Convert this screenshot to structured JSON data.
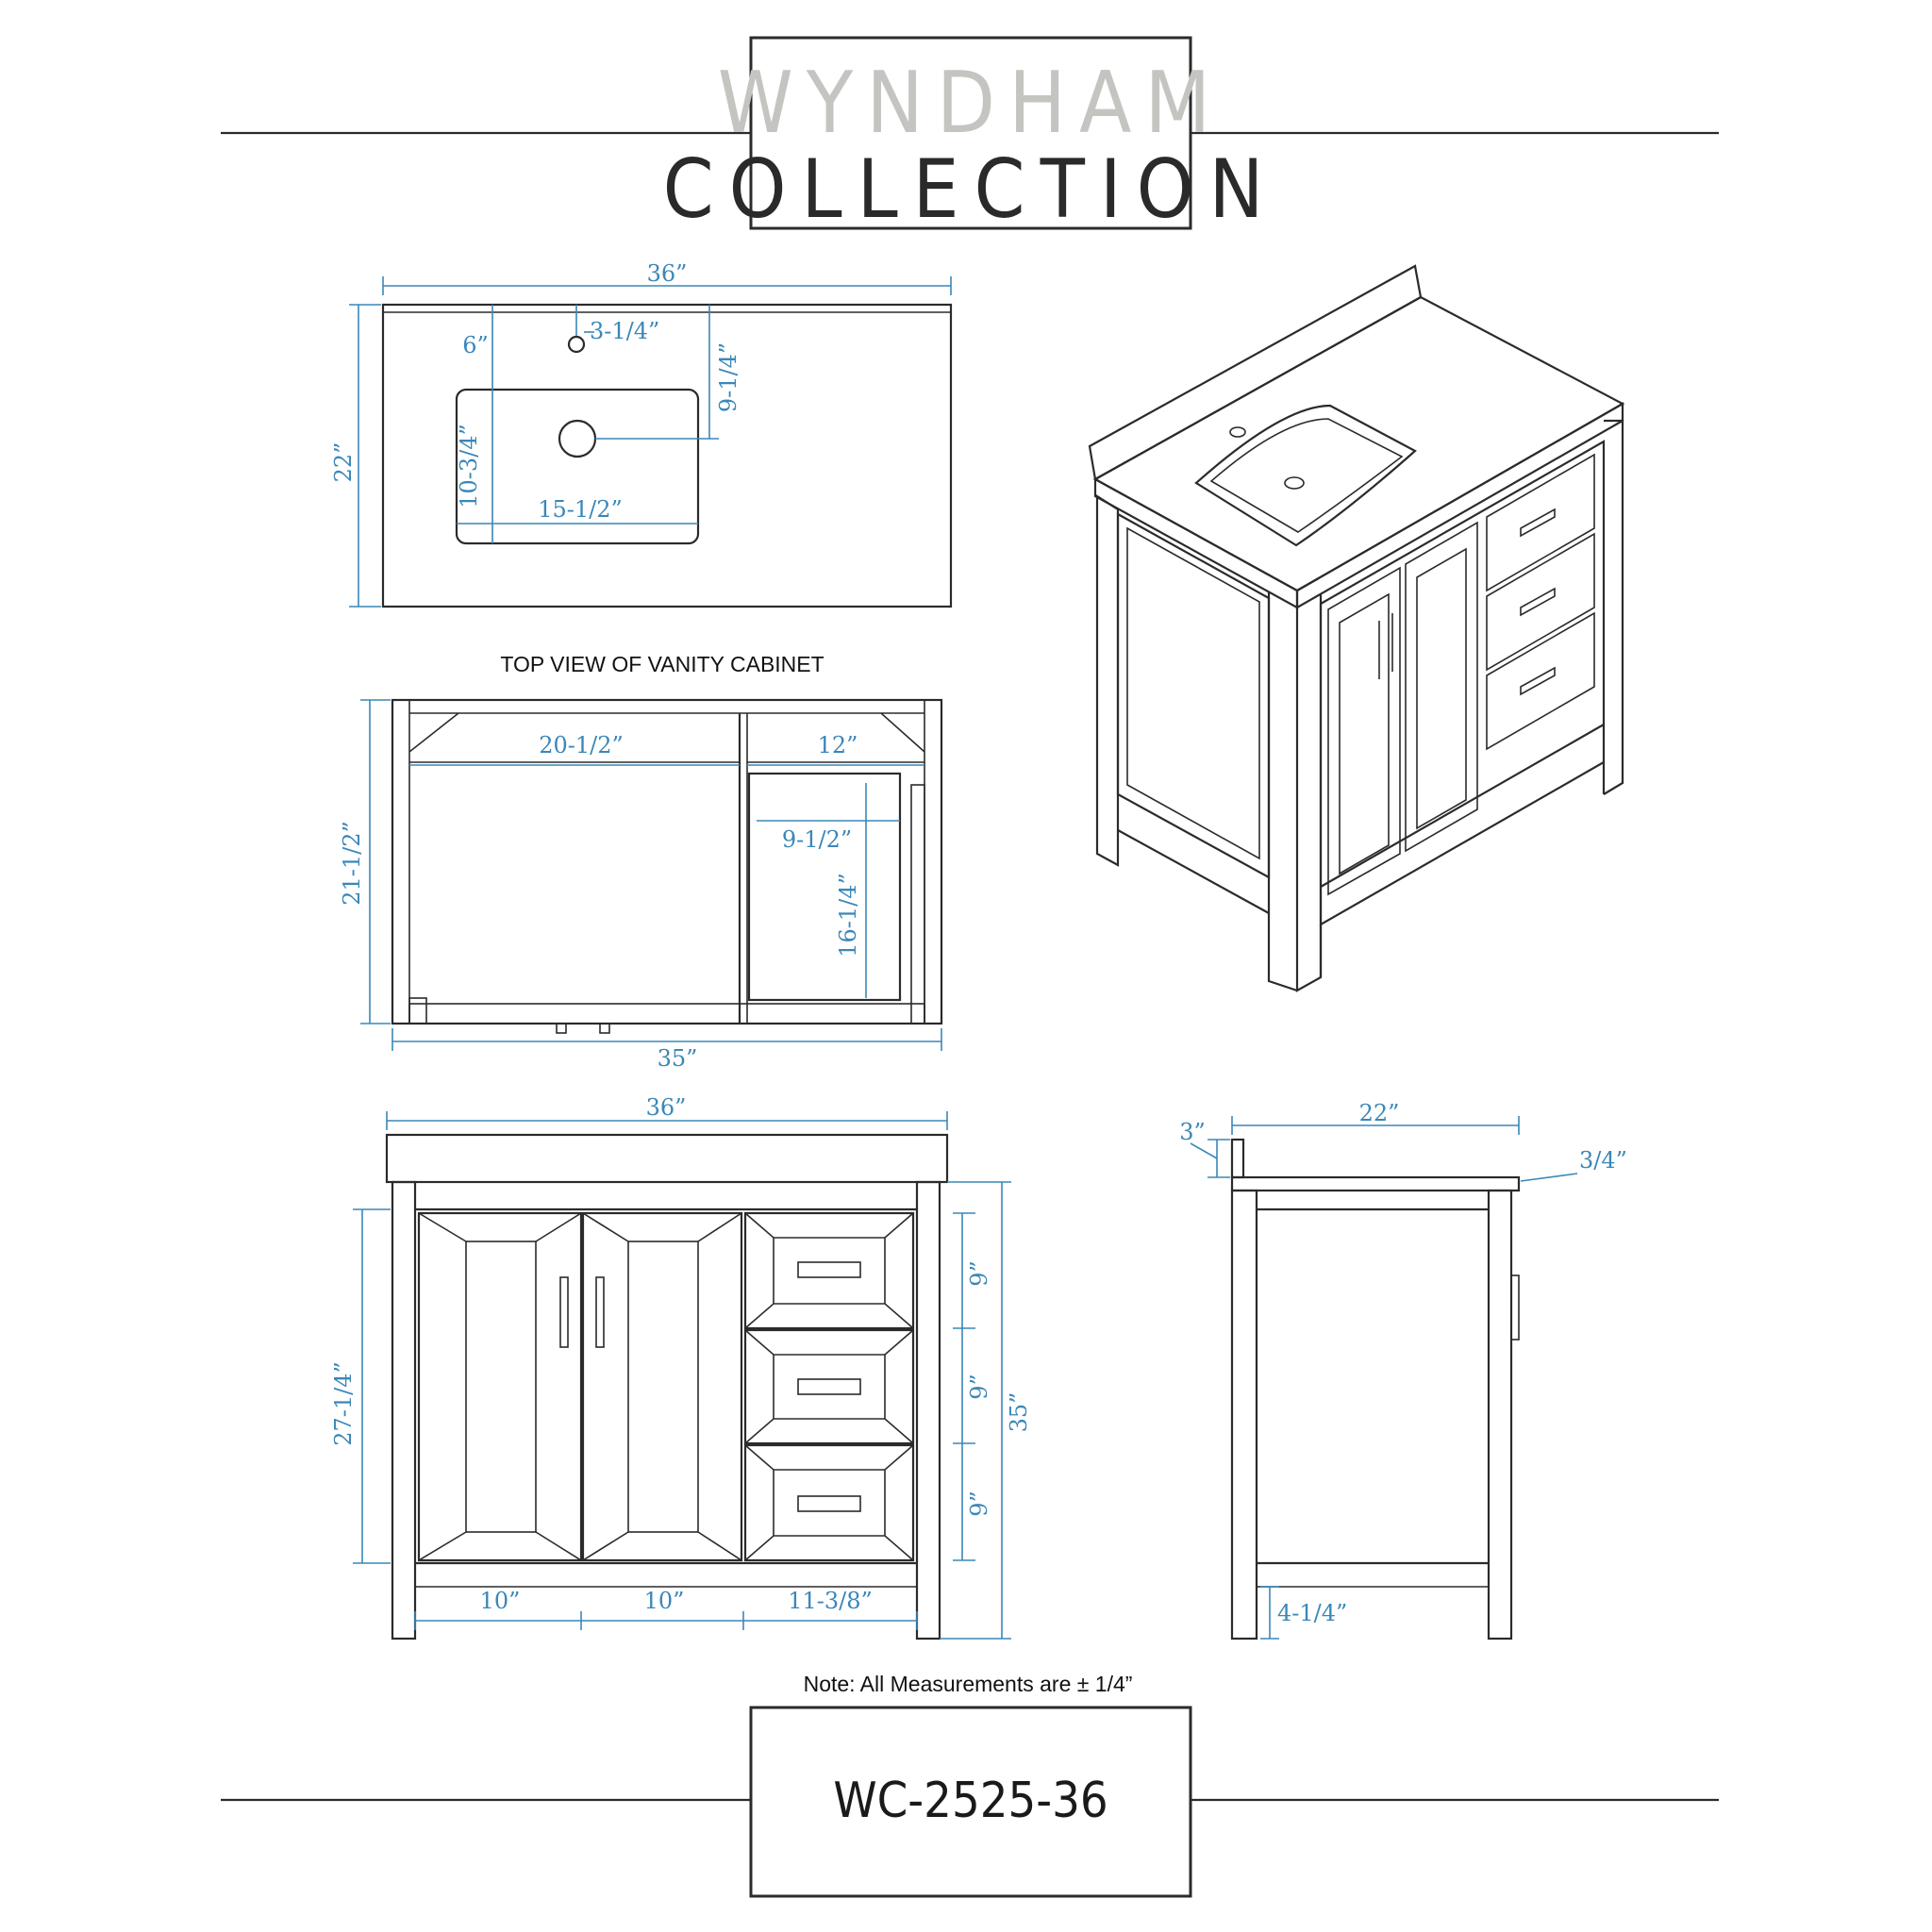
{
  "header": {
    "brand_line1": "WYNDHAM",
    "brand_line2": "COLLECTION"
  },
  "top_view": {
    "width": "36”",
    "depth": "22”",
    "faucet_hole": "3-1/4”",
    "faucet_to_sink": "6”",
    "sink_center_depth": "9-1/4”",
    "sink_depth": "10-3/4”",
    "sink_width": "15-1/2”"
  },
  "cabinet_top_view": {
    "caption": "TOP VIEW OF VANITY CABINET",
    "left_compartment_width": "20-1/2”",
    "right_compartment_width": "12”",
    "drawer_width": "9-1/2”",
    "drawer_depth": "16-1/4”",
    "depth": "21-1/2”",
    "width": "35”"
  },
  "front_view": {
    "top_width": "36”",
    "door_height": "27-1/4”",
    "drawer_heights": [
      "9”",
      "9”",
      "9”"
    ],
    "total_height": "35”",
    "bottom_widths": [
      "10”",
      "10”",
      "11-3/8”"
    ]
  },
  "side_view": {
    "backsplash_height": "3”",
    "depth": "22”",
    "top_thickness": "3/4”",
    "toe_height": "4-1/4”"
  },
  "footer": {
    "note": "Note: All Measurements are ± 1/4”",
    "model": "WC-2525-36"
  }
}
